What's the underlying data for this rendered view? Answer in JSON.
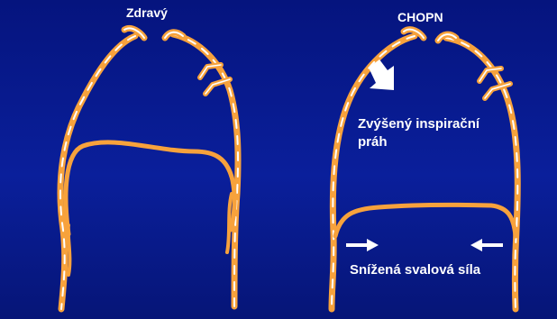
{
  "colors": {
    "background": "#0a1f9b",
    "rib": "#f7a23c",
    "rib_dash": "#ffffff",
    "arrow": "#ffffff"
  },
  "healthy": {
    "title": "Zdravý"
  },
  "copd": {
    "title": "CHOPN",
    "threshold_line1": "Zvýšený inspirační",
    "threshold_line2": "práh",
    "force_label": "Snížená svalová síla"
  }
}
